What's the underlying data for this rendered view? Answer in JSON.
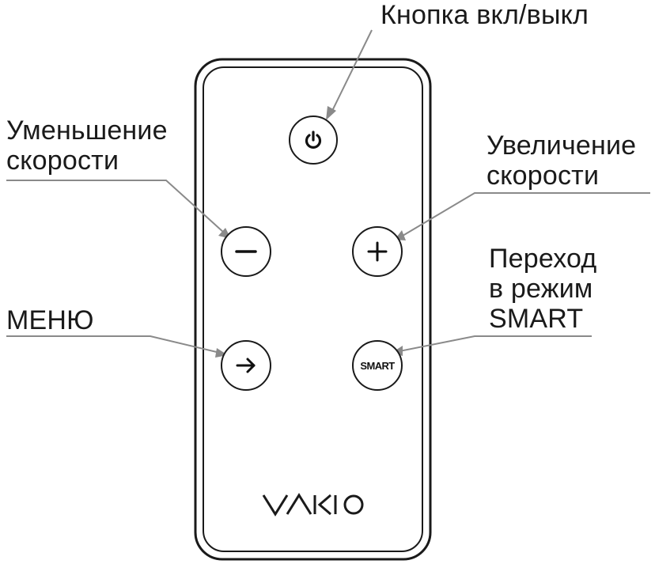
{
  "labels": {
    "power": "Кнопка вкл/выкл",
    "speed_down": "Уменьшение\nскорости",
    "speed_up": "Увеличение\nскорости",
    "menu": "МЕНЮ",
    "smart_mode": "Переход\nв режим\nSMART"
  },
  "buttons": {
    "power": {
      "icon": "power-icon"
    },
    "minus": {
      "icon": "minus-icon"
    },
    "plus": {
      "icon": "plus-icon"
    },
    "menu": {
      "icon": "arrow-right-icon"
    },
    "smart": {
      "text": "SMART"
    }
  },
  "brand": {
    "logo_text": "VAKIO"
  },
  "colors": {
    "outline": "#1a1a1a",
    "leader_line": "#8a8a8a"
  }
}
